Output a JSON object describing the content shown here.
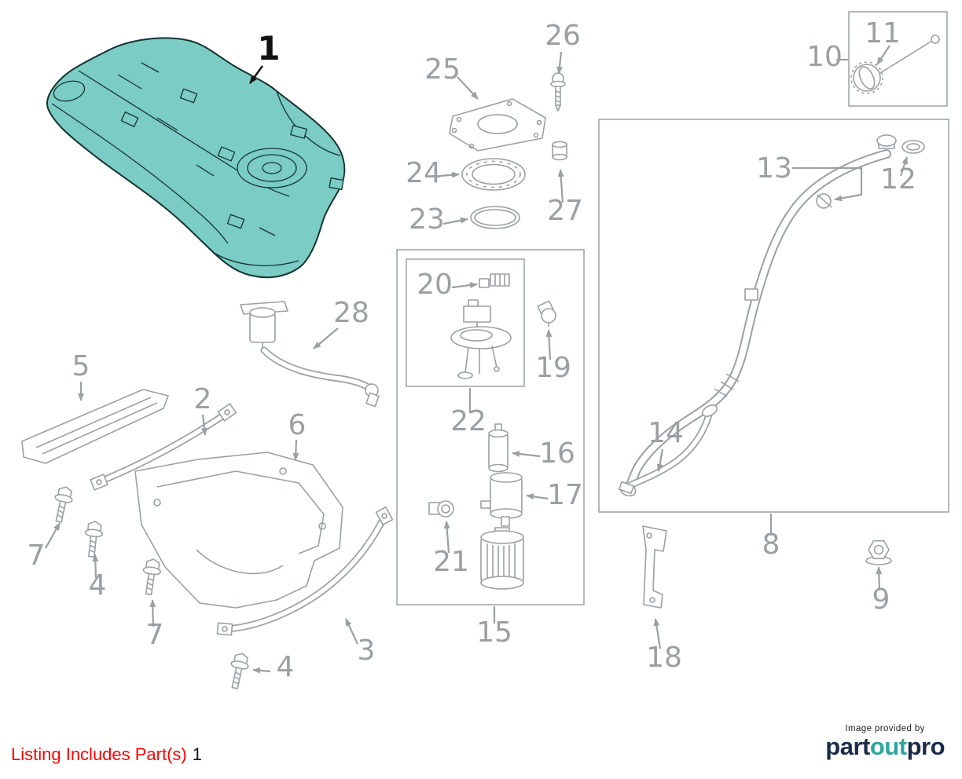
{
  "diagram": {
    "description": "Fuel tank exploded parts diagram",
    "highlighted_part": "1",
    "part_labels": {
      "n1": "1",
      "n2": "2",
      "n3": "3",
      "n4a": "4",
      "n4b": "4",
      "n5": "5",
      "n6": "6",
      "n7a": "7",
      "n7b": "7",
      "n8": "8",
      "n9": "9",
      "n10": "10",
      "n11": "11",
      "n12": "12",
      "n13": "13",
      "n14": "14",
      "n15": "15",
      "n16": "16",
      "n17": "17",
      "n18": "18",
      "n19": "19",
      "n20": "20",
      "n21": "21",
      "n22": "22",
      "n23": "23",
      "n24": "24",
      "n25": "25",
      "n26": "26",
      "n27": "27",
      "n28": "28"
    }
  },
  "footer": {
    "listing_label": "Listing Includes Part(s)",
    "listing_parts": "1"
  },
  "credit": {
    "provided_by": "Image provided by",
    "brand": {
      "part": "part",
      "out": "out",
      "pro": "pro"
    }
  },
  "colors": {
    "highlight_fill": "#7accc5",
    "line_gray": "#9aa0a3",
    "label_gray": "#9aa0a3",
    "listing_red": "#ff0000",
    "brand_navy": "#1c2b4a",
    "brand_teal": "#2ea79b"
  }
}
